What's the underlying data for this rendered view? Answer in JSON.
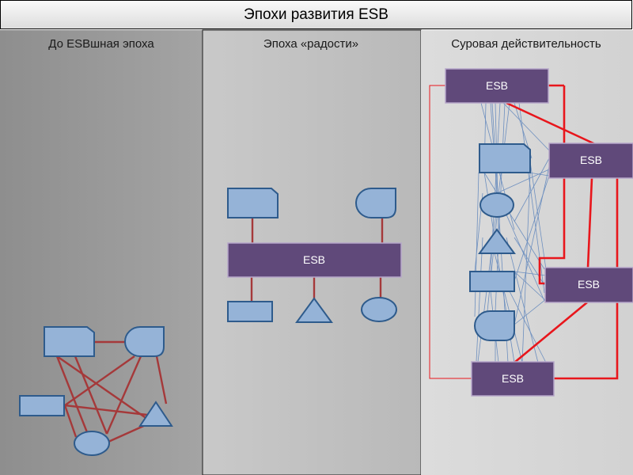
{
  "header": {
    "title": "Эпохи развития ESB"
  },
  "columns": [
    {
      "heading": "До  ESBшная эпоха"
    },
    {
      "heading": "Эпоха «радости»"
    },
    {
      "heading": "Суровая действительность"
    }
  ],
  "esb_label": "ESB",
  "colors": {
    "shape_fill": "#95b3d7",
    "shape_stroke": "#2e5b8c",
    "esb_fill": "#60497a",
    "link_brown": "#a5393a",
    "link_red": "#e8161c",
    "link_blue": "#6d8fbf"
  }
}
